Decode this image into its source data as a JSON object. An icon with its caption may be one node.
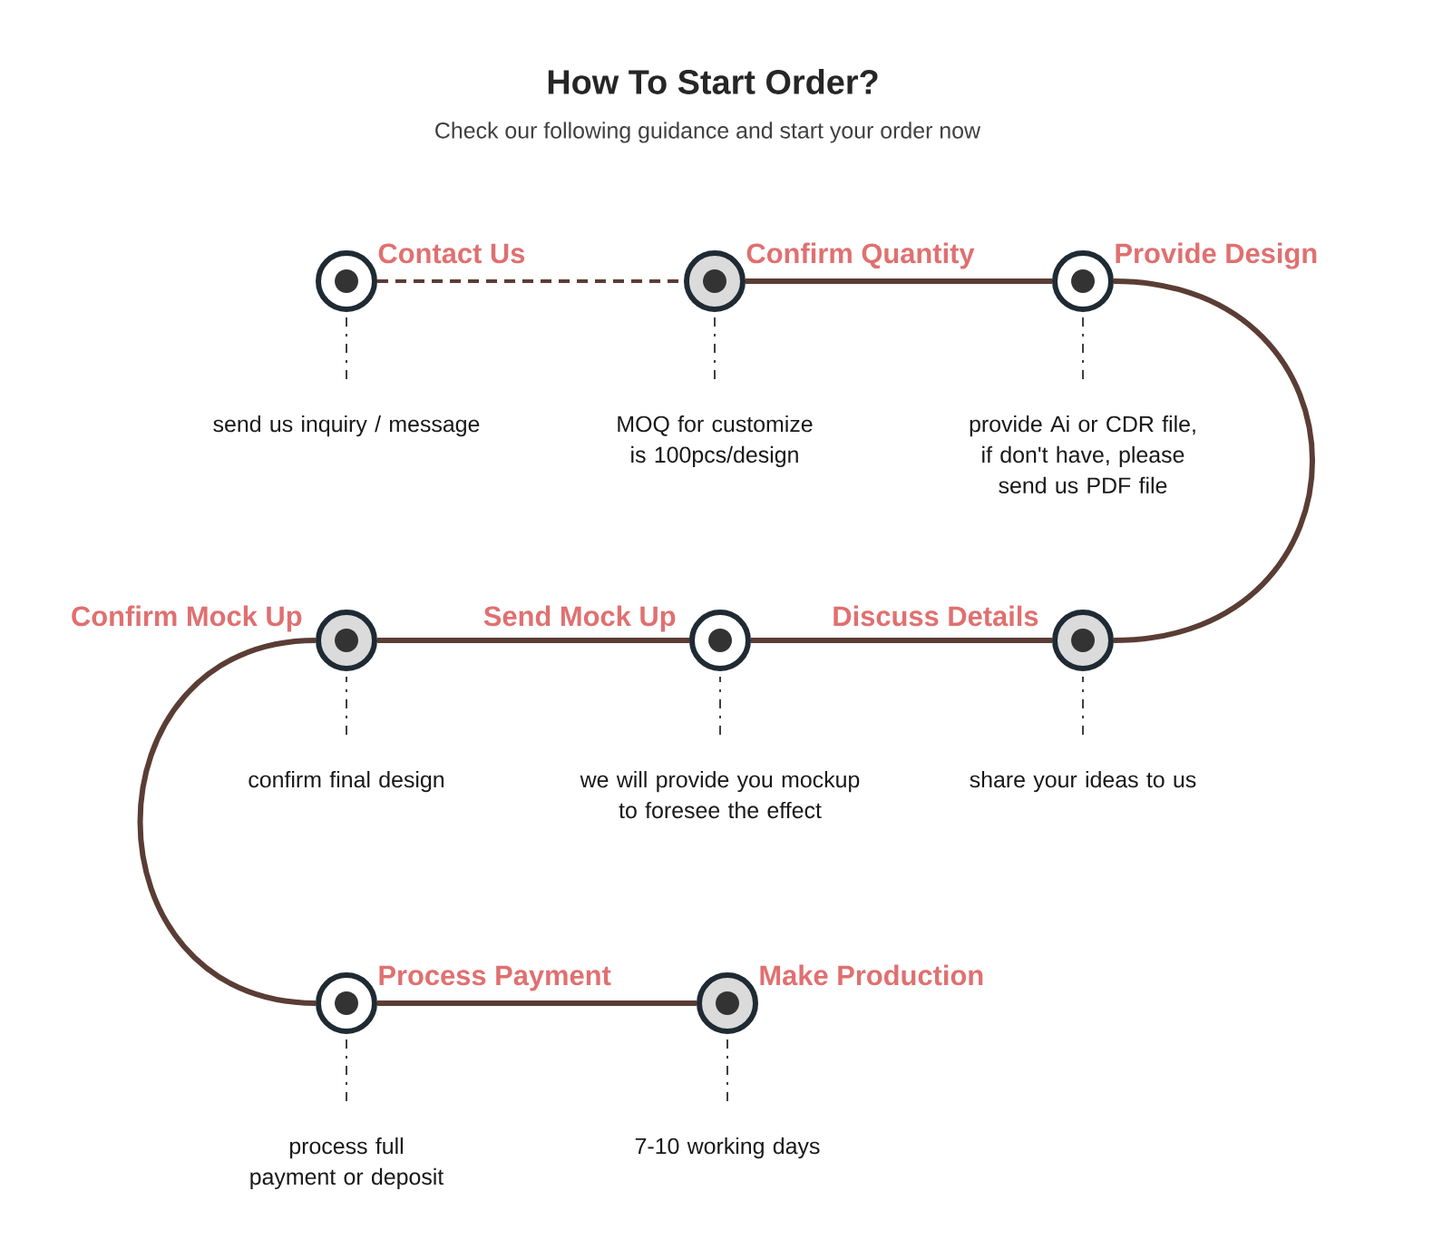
{
  "diagram": {
    "title": "How To Start Order?",
    "caption": "Check our following guidance and start your order now",
    "nodes": [
      {
        "text": [],
        "shape": "circle",
        "beside": [
          "Contact Us"
        ]
      },
      {
        "text": [],
        "shape": "circle",
        "beside": [
          "Confirm Quantity"
        ]
      },
      {
        "text": [],
        "shape": "circle",
        "beside": [
          "Provide Design"
        ]
      },
      {
        "text": [],
        "shape": "circle",
        "beside": [
          "Confirm Mock Up"
        ]
      },
      {
        "text": [],
        "shape": "circle",
        "beside": [
          "Send Mock Up"
        ]
      },
      {
        "text": [],
        "shape": "circle",
        "beside": [
          "Discuss Details"
        ]
      },
      {
        "text": [],
        "shape": "circle",
        "beside": [
          "Process Payment"
        ]
      },
      {
        "text": [],
        "shape": "circle",
        "beside": [
          "Make Production"
        ]
      },
      {
        "text": [
          "send us inquiry / message"
        ]
      },
      {
        "text": [
          "MOQ for customize is 100pcs/design"
        ]
      },
      {
        "text": [
          "provide Ai or CDR file, if don't have, please send us PDF file"
        ]
      },
      {
        "text": [
          "confirm final design"
        ]
      },
      {
        "text": [
          "we will provide you mockup to foresee the effect"
        ]
      },
      {
        "text": [
          "share your ideas to us"
        ]
      },
      {
        "text": [
          "process full payment or deposit"
        ]
      },
      {
        "text": [
          "7-10 working days"
        ]
      }
    ],
    "edges": [
      {
        "from": 0,
        "to": 1,
        "arrow": "none",
        "style": "dashed"
      },
      {
        "from": 1,
        "to": 2,
        "arrow": "none",
        "style": "thick"
      },
      {
        "from": 2,
        "to": 5,
        "arrow": "none",
        "style": "thick"
      },
      {
        "from": 5,
        "to": 4,
        "arrow": "none",
        "style": "thick"
      },
      {
        "from": 4,
        "to": 3,
        "arrow": "none",
        "style": "thick"
      },
      {
        "from": 3,
        "to": 6,
        "arrow": "none",
        "style": "thick"
      },
      {
        "from": 6,
        "to": 7,
        "arrow": "none",
        "style": "thick"
      },
      {
        "from": 8,
        "to": 0,
        "arrow": "none",
        "style": "dashed"
      },
      {
        "from": 9,
        "to": 1,
        "arrow": "none",
        "style": "dashed"
      },
      {
        "from": 10,
        "to": 2,
        "arrow": "none",
        "style": "dashed"
      },
      {
        "from": 11,
        "to": 3,
        "arrow": "none",
        "style": "dashed"
      },
      {
        "from": 12,
        "to": 4,
        "arrow": "none",
        "style": "dashed"
      },
      {
        "from": 13,
        "to": 5,
        "arrow": "none",
        "style": "dashed"
      },
      {
        "from": 14,
        "to": 6,
        "arrow": "none",
        "style": "dashed"
      },
      {
        "from": 15,
        "to": 7,
        "arrow": "none",
        "style": "dashed"
      }
    ]
  }
}
